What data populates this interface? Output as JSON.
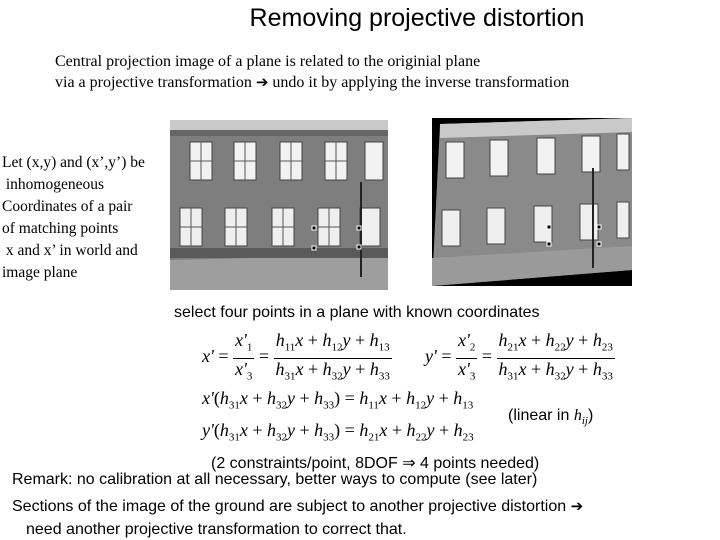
{
  "title": "Removing projective distortion",
  "intro": {
    "line1": "Central projection image of a plane is related to the originial plane",
    "line2_before": "via a projective transformation ",
    "line2_after": " undo it by applying the inverse transformation"
  },
  "left_text": [
    "Let (x,y) and (x’,y’) be",
    " inhomogeneous",
    "Coordinates of a pair",
    "of matching points",
    " x and x’ in world and",
    "image plane"
  ],
  "select_text": "select four points in a plane with known coordinates",
  "linear_note": {
    "prefix": "(linear in ",
    "var": "h",
    "sub": "ij",
    "suffix": ")"
  },
  "constraints": {
    "before": "(2 constraints/point, 8DOF ",
    "symbol": "⇒",
    "after": " 4 points needed)"
  },
  "remark": "Remark: no calibration at all necessary,  better ways to compute (see later)",
  "sections": {
    "text": "Sections of the image of the ground are subject to another projective distortion "
  },
  "need": "need another projective transformation to correct that.",
  "icons": {
    "arrow": "right-arrow-icon"
  }
}
